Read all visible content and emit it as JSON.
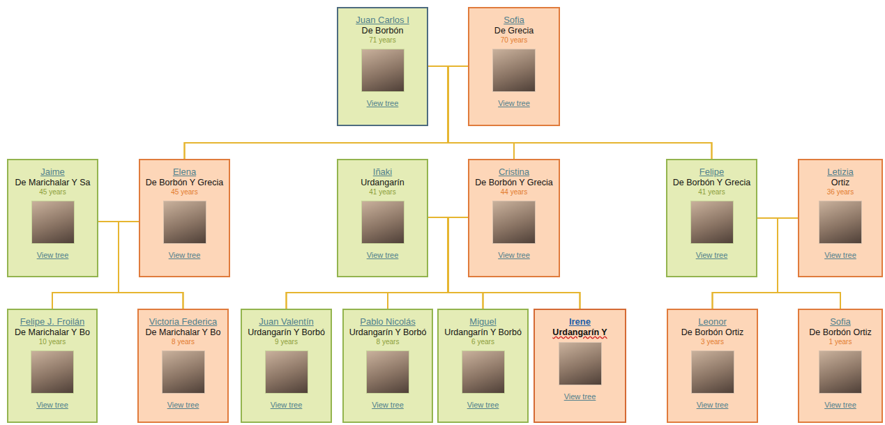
{
  "diagram": {
    "nodes": [
      {
        "text": [
          "Juan Carlos I",
          "De Borbón",
          "71 years",
          "View tree"
        ]
      },
      {
        "text": [
          "Sofia",
          "De Grecia",
          "70 years",
          "View tree"
        ]
      },
      {
        "text": [
          "Jaime",
          "De Marichalar Y Sa",
          "45 years",
          "View tree"
        ]
      },
      {
        "text": [
          "Elena",
          "De Borbón Y Grecia",
          "45 years",
          "View tree"
        ]
      },
      {
        "text": [
          "Iñaki",
          "Urdangarín",
          "41 years",
          "View tree"
        ]
      },
      {
        "text": [
          "Cristina",
          "De Borbón Y Grecia",
          "44 years",
          "View tree"
        ]
      },
      {
        "text": [
          "Felipe",
          "De Borbón Y Grecia",
          "41 years",
          "View tree"
        ]
      },
      {
        "text": [
          "Letizia",
          "Ortiz",
          "36 years",
          "View tree"
        ]
      },
      {
        "text": [
          "Felipe J. Froilán",
          "De Marichalar Y Bo",
          "10 years",
          "View tree"
        ]
      },
      {
        "text": [
          "Victoria Federica",
          "De Marichalar Y Bo",
          "8 years",
          "View tree"
        ]
      },
      {
        "text": [
          "Juan Valentín",
          "Urdangarín Y Borbó",
          "9 years",
          "View tree"
        ]
      },
      {
        "text": [
          "Pablo Nicolás",
          "Urdangarín Y Borbó",
          "8 years",
          "View tree"
        ]
      },
      {
        "text": [
          "Miguel",
          "Urdangarín Y Borbó",
          "6 years",
          "View tree"
        ]
      },
      {
        "text": [
          "Irene",
          "Urdangarín Y",
          "View tree"
        ]
      },
      {
        "text": [
          "Leonor",
          "De Borbón Ortiz",
          "3 years",
          "View tree"
        ]
      },
      {
        "text": [
          "Sofia",
          "De Borbón Ortiz",
          "1 years",
          "View tree"
        ]
      }
    ],
    "edges": [
      {
        "from": 0,
        "to": 1,
        "arrow": "none"
      },
      {
        "from": 0,
        "to": 3,
        "arrow": "none"
      },
      {
        "from": 1,
        "to": 3,
        "arrow": "none"
      },
      {
        "from": 0,
        "to": 5,
        "arrow": "none"
      },
      {
        "from": 1,
        "to": 5,
        "arrow": "none"
      },
      {
        "from": 0,
        "to": 6,
        "arrow": "none"
      },
      {
        "from": 1,
        "to": 6,
        "arrow": "none"
      },
      {
        "from": 2,
        "to": 3,
        "arrow": "none"
      },
      {
        "from": 2,
        "to": 8,
        "arrow": "none"
      },
      {
        "from": 3,
        "to": 8,
        "arrow": "none"
      },
      {
        "from": 2,
        "to": 9,
        "arrow": "none"
      },
      {
        "from": 3,
        "to": 9,
        "arrow": "none"
      },
      {
        "from": 4,
        "to": 5,
        "arrow": "none"
      },
      {
        "from": 4,
        "to": 10,
        "arrow": "none"
      },
      {
        "from": 5,
        "to": 10,
        "arrow": "none"
      },
      {
        "from": 4,
        "to": 11,
        "arrow": "none"
      },
      {
        "from": 5,
        "to": 11,
        "arrow": "none"
      },
      {
        "from": 4,
        "to": 12,
        "arrow": "none"
      },
      {
        "from": 5,
        "to": 12,
        "arrow": "none"
      },
      {
        "from": 4,
        "to": 13,
        "arrow": "none"
      },
      {
        "from": 5,
        "to": 13,
        "arrow": "none"
      },
      {
        "from": 6,
        "to": 7,
        "arrow": "none"
      },
      {
        "from": 6,
        "to": 14,
        "arrow": "none"
      },
      {
        "from": 7,
        "to": 14,
        "arrow": "none"
      },
      {
        "from": 6,
        "to": 15,
        "arrow": "none"
      },
      {
        "from": 7,
        "to": 15,
        "arrow": "none"
      }
    ]
  }
}
